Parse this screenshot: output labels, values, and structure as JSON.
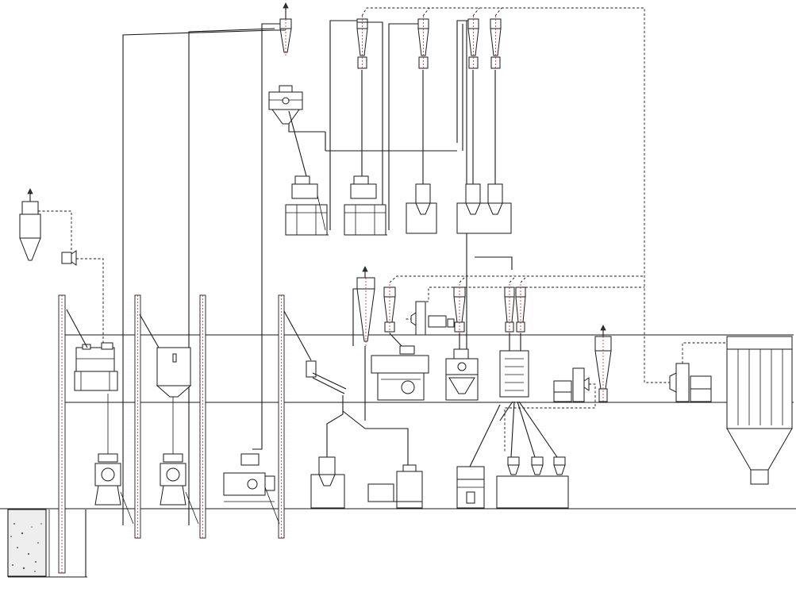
{
  "diagram": {
    "kind": "process-flow",
    "colors": {
      "line": "#1a1a1a",
      "centerline": "#dd2222",
      "background": "#ffffff",
      "pit_fill": "#eeeeee"
    },
    "equipment_icons": [
      "bucket-elevator",
      "cyclone",
      "fan",
      "bin",
      "roller-mill",
      "plansifter",
      "purifier",
      "packing-scale",
      "bag-filter",
      "impact-detacher",
      "dust-collector"
    ]
  }
}
